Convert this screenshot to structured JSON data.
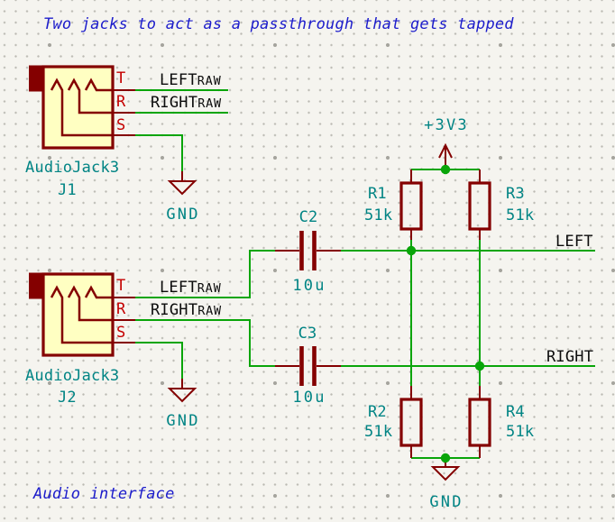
{
  "sheet": {
    "title": "Two jacks to act as a passthrough that gets tapped",
    "footer": "Audio interface"
  },
  "jacks": [
    {
      "ref": "J1",
      "value": "AudioJack3",
      "pins": {
        "t": "T",
        "r": "R",
        "s": "S"
      }
    },
    {
      "ref": "J2",
      "value": "AudioJack3",
      "pins": {
        "t": "T",
        "r": "R",
        "s": "S"
      }
    }
  ],
  "caps": [
    {
      "ref": "C2",
      "value": "10u"
    },
    {
      "ref": "C3",
      "value": "10u"
    }
  ],
  "resistors": [
    {
      "ref": "R1",
      "value": "51k"
    },
    {
      "ref": "R2",
      "value": "51k"
    },
    {
      "ref": "R3",
      "value": "51k"
    },
    {
      "ref": "R4",
      "value": "51k"
    }
  ],
  "power": {
    "rail": "+3V3",
    "gnd": "GND"
  },
  "nets": {
    "left_raw": {
      "base": "LEFT",
      "sub": "RAW"
    },
    "right_raw": {
      "base": "RIGHT",
      "sub": "RAW"
    },
    "left": "LEFT",
    "right": "RIGHT"
  },
  "colors": {
    "background": "#F5F4EF",
    "grid_dot": "#BBBAB3",
    "grid_major": "#A5A49D",
    "wire": "#09A509",
    "symbol": "#840000",
    "symbol_fill": "#FFFFC2",
    "pin_name": "#C40000",
    "field_text": "#008484",
    "net_label": "#0C0C0C",
    "comment": "#1C1CCB"
  }
}
